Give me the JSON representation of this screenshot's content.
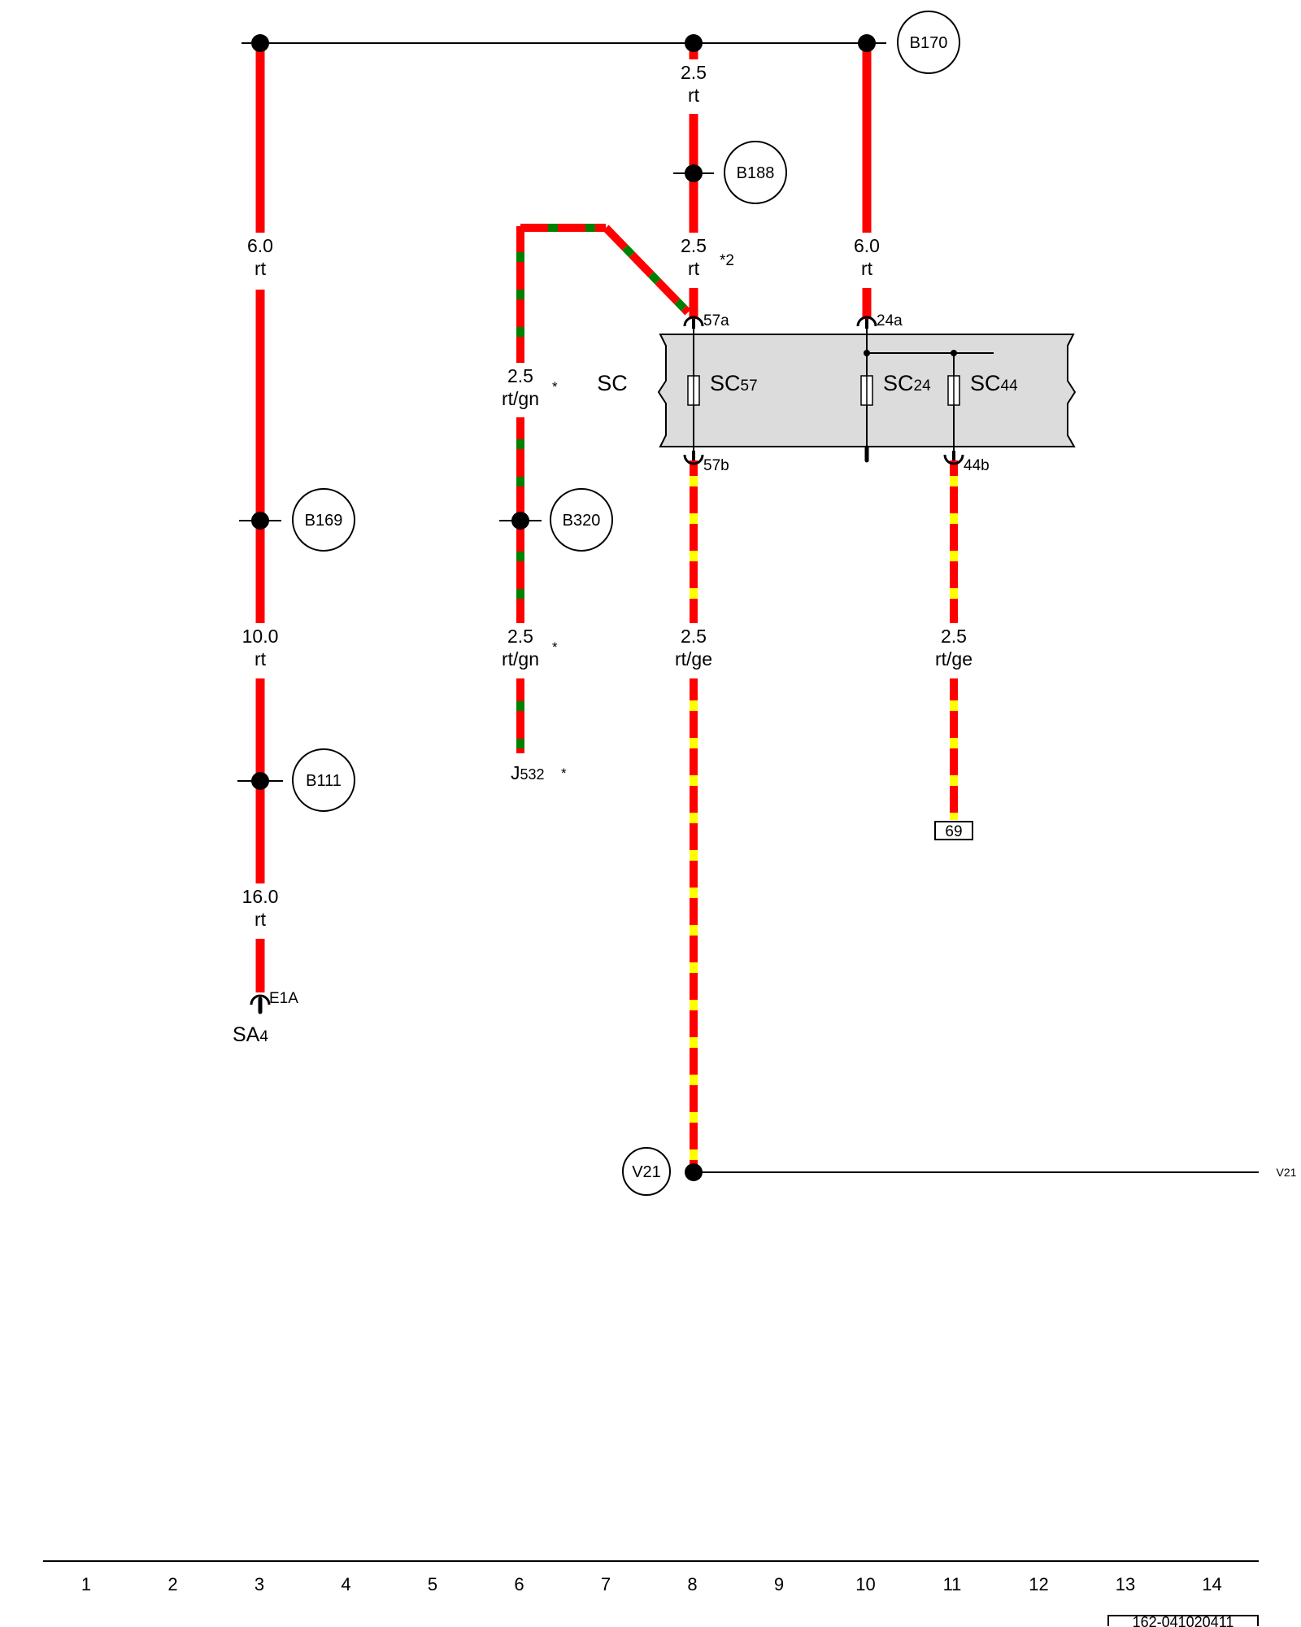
{
  "connectors": {
    "b170": "B170",
    "b188": "B188",
    "b169": "B169",
    "b320": "B320",
    "b111": "B111",
    "v21": "V21",
    "v21_ref": "V21"
  },
  "wires": {
    "w1": {
      "size": "6.0",
      "color": "rt"
    },
    "w2": {
      "size": "10.0",
      "color": "rt"
    },
    "w3": {
      "size": "16.0",
      "color": "rt"
    },
    "w4": {
      "size": "2.5",
      "color": "rt/gn"
    },
    "w5": {
      "size": "2.5",
      "color": "rt/gn"
    },
    "w6": {
      "size": "2.5",
      "color": "rt"
    },
    "w7": {
      "size": "2.5",
      "color": "rt"
    },
    "w8": {
      "size": "2.5",
      "color": "rt/ge"
    },
    "w9": {
      "size": "6.0",
      "color": "rt"
    },
    "w10": {
      "size": "2.5",
      "color": "rt/ge"
    }
  },
  "notes": {
    "star2": "*2",
    "star": "*"
  },
  "fuse_box": {
    "label": "SC",
    "fuses": [
      {
        "main": "SC",
        "sub": "57"
      },
      {
        "main": "SC",
        "sub": "24"
      },
      {
        "main": "SC",
        "sub": "44"
      }
    ],
    "pins": {
      "p57a": "57a",
      "p24a": "24a",
      "p57b": "57b",
      "p44b": "44b"
    }
  },
  "components": {
    "j532_main": "J",
    "j532_sub": "532",
    "sa4_main": "SA",
    "sa4_sub": "4",
    "e1a": "E1A",
    "ref69": "69"
  },
  "grid_numbers": [
    "1",
    "2",
    "3",
    "4",
    "5",
    "6",
    "7",
    "8",
    "9",
    "10",
    "11",
    "12",
    "13",
    "14"
  ],
  "page_id": "162-041020411",
  "colors": {
    "rt": "#ff0000",
    "gn": "#008000",
    "ge": "#ffff00",
    "fuse_box_fill": "#dcdcdc"
  }
}
